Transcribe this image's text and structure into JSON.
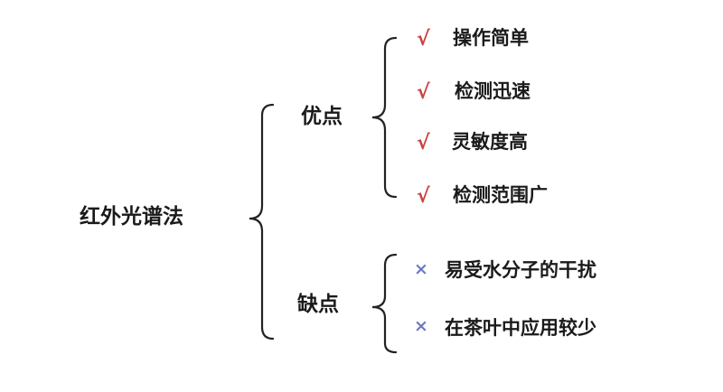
{
  "root": {
    "label": "红外光谱法"
  },
  "branches": [
    {
      "label": "优点",
      "items": [
        {
          "mark": "√",
          "text": "操作简单"
        },
        {
          "mark": "√",
          "text": "检测迅速"
        },
        {
          "mark": "√",
          "text": "灵敏度高"
        },
        {
          "mark": "√",
          "text": "检测范围广"
        }
      ]
    },
    {
      "label": "缺点",
      "items": [
        {
          "mark": "×",
          "text": "易受水分子的干扰"
        },
        {
          "mark": "×",
          "text": "在茶叶中应用较少"
        }
      ]
    }
  ],
  "colors": {
    "check": "#c9423f",
    "cross": "#6d79c4",
    "bracket": "#222222",
    "text": "#1a1a1a"
  }
}
